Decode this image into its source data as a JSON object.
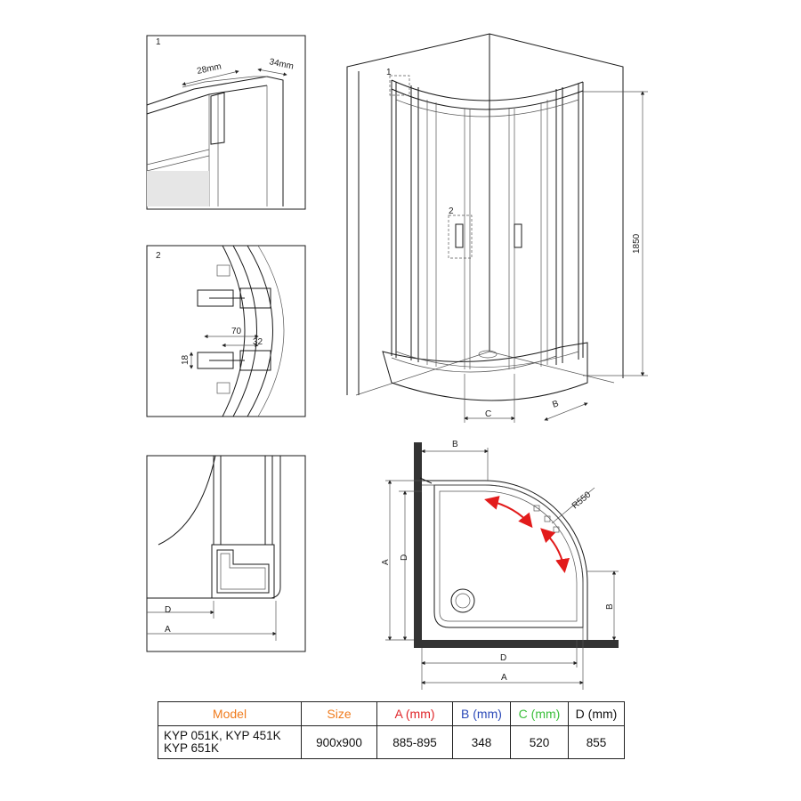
{
  "colors": {
    "orange": "#f07c1e",
    "red": "#e0272b",
    "blue": "#2b49b8",
    "green": "#3bbf3b",
    "black": "#1a1a1a",
    "arrow_red": "#e21b1b"
  },
  "detail1": {
    "number": "1",
    "width_label": "28mm",
    "depth_label": "34mm"
  },
  "detail2": {
    "number": "2",
    "dim_70": "70",
    "dim_32": "32",
    "dim_18": "18"
  },
  "detail3": {
    "label_d": "D",
    "label_a": "A"
  },
  "front": {
    "callout_1": "1",
    "callout_2": "2",
    "height": "1850",
    "label_c": "C",
    "label_b": "B"
  },
  "plan": {
    "label_b_top": "B",
    "label_b_side": "B",
    "label_a_left": "A",
    "label_d_left": "D",
    "radius": "R550",
    "label_d_bottom": "D",
    "label_a_bottom": "A"
  },
  "table": {
    "headers": [
      "Model",
      "Size",
      "A (mm)",
      "B (mm)",
      "C (mm)",
      "D (mm)"
    ],
    "models": [
      "KYP 051K, KYP 451K",
      "KYP 651K"
    ],
    "size": "900x900",
    "a": "885-895",
    "b": "348",
    "c": "520",
    "d": "855"
  }
}
